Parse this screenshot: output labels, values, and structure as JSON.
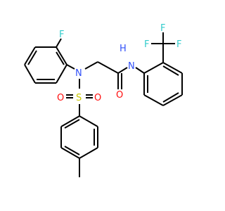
{
  "molecule": {
    "labels": {
      "fluorine_aryl": "F",
      "sulfonamide_n": "N",
      "sulfur": "S",
      "sulfonyl_o_left": "O",
      "sulfonyl_o_right": "O",
      "carbonyl_o": "O",
      "amide_nh": "N",
      "amide_h": "H",
      "cf3_f_left": "F",
      "cf3_f_top": "F",
      "cf3_f_right": "F"
    },
    "colors": {
      "fluorine": "#33cccc",
      "nitrogen": "#3050f8",
      "sulfur": "#c8c800",
      "oxygen": "#ff0d0d",
      "bond": "#000000"
    }
  }
}
